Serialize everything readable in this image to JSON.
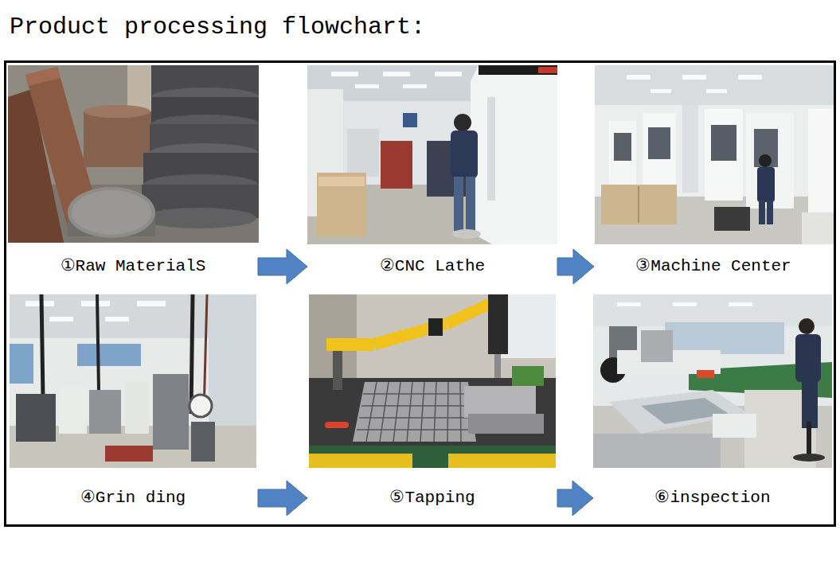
{
  "diagram": {
    "title": "Product processing flowchart:",
    "nodes": [
      {
        "text": [
          "①Raw MaterialS"
        ]
      },
      {
        "text": [
          "②CNC Lathe"
        ]
      },
      {
        "text": [
          "③Machine Center"
        ]
      },
      {
        "text": [
          "④Grin ding"
        ]
      },
      {
        "text": [
          "⑤Tapping"
        ]
      },
      {
        "text": [
          "⑥inspection"
        ]
      }
    ],
    "edges": [
      {
        "from": 0,
        "to": 1,
        "arrow": "to"
      },
      {
        "from": 1,
        "to": 2,
        "arrow": "to"
      },
      {
        "from": 3,
        "to": 4,
        "arrow": "to"
      },
      {
        "from": 4,
        "to": 5,
        "arrow": "to"
      }
    ]
  }
}
